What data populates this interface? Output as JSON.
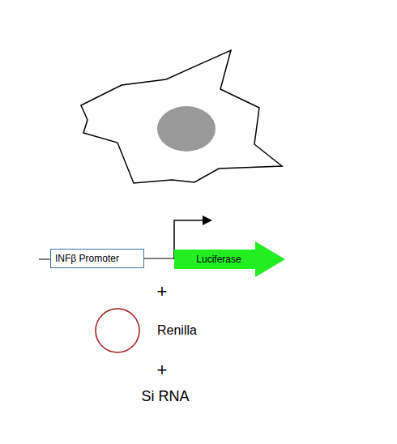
{
  "diagram": {
    "nodes": [
      {
        "text": [
          "INFβ Promoter"
        ]
      },
      {
        "text": [
          "Luciferase"
        ]
      },
      {
        "text": [
          "Renilla"
        ]
      }
    ],
    "edges": [
      {
        "from": 0,
        "to": 1,
        "arrow": "none"
      }
    ],
    "labels": [
      "+",
      "+",
      "Si RNA"
    ]
  }
}
